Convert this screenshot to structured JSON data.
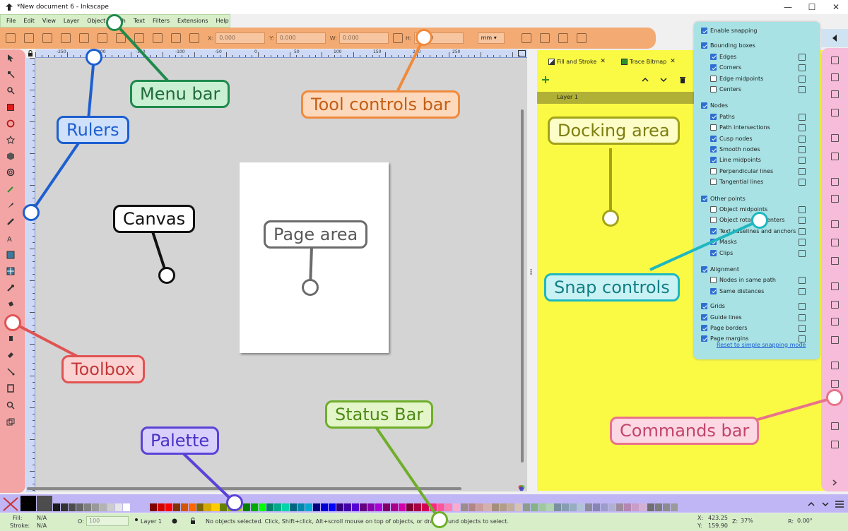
{
  "window": {
    "title": "*New document 6 - Inkscape",
    "minimize": "—",
    "maximize": "☐",
    "close": "✕"
  },
  "menu": [
    "File",
    "Edit",
    "View",
    "Layer",
    "Object",
    "Path",
    "Text",
    "Filters",
    "Extensions",
    "Help"
  ],
  "tool_controls": {
    "x_label": "X:",
    "x_value": "0.000",
    "y_label": "Y:",
    "y_value": "0.000",
    "w_label": "W:",
    "w_value": "0.000",
    "h_label": "H:",
    "h_value": "0.000",
    "unit": "mm ▾"
  },
  "ruler": {
    "top_labels": [
      "-250",
      "-200",
      "-150",
      "-100",
      "-50",
      "0",
      "50",
      "100",
      "150",
      "200",
      "250"
    ]
  },
  "dock": {
    "tabs": [
      {
        "label": "Fill and Stroke",
        "close": "✕"
      },
      {
        "label": "Trace Bitmap",
        "close": "✕"
      }
    ],
    "layer_name": "Layer 1"
  },
  "snap": {
    "items": [
      {
        "label": "Enable snapping",
        "checked": true,
        "indent": 0,
        "group": true
      },
      {
        "label": "Bounding boxes",
        "checked": true,
        "indent": 0,
        "group": true
      },
      {
        "label": "Edges",
        "checked": true,
        "indent": 1
      },
      {
        "label": "Corners",
        "checked": true,
        "indent": 1
      },
      {
        "label": "Edge midpoints",
        "checked": false,
        "indent": 1
      },
      {
        "label": "Centers",
        "checked": false,
        "indent": 1
      },
      {
        "label": "Nodes",
        "checked": true,
        "indent": 0,
        "group": true
      },
      {
        "label": "Paths",
        "checked": true,
        "indent": 1
      },
      {
        "label": "Path intersections",
        "checked": false,
        "indent": 1
      },
      {
        "label": "Cusp nodes",
        "checked": true,
        "indent": 1
      },
      {
        "label": "Smooth nodes",
        "checked": true,
        "indent": 1
      },
      {
        "label": "Line midpoints",
        "checked": true,
        "indent": 1
      },
      {
        "label": "Perpendicular lines",
        "checked": false,
        "indent": 1
      },
      {
        "label": "Tangential lines",
        "checked": false,
        "indent": 1
      },
      {
        "label": "Other points",
        "checked": true,
        "indent": 0,
        "group": true
      },
      {
        "label": "Object midpoints",
        "checked": false,
        "indent": 1
      },
      {
        "label": "Object rotation centers",
        "checked": false,
        "indent": 1
      },
      {
        "label": "Text baselines and anchors",
        "checked": true,
        "indent": 1
      },
      {
        "label": "Masks",
        "checked": true,
        "indent": 1
      },
      {
        "label": "Clips",
        "checked": true,
        "indent": 1
      },
      {
        "label": "Alignment",
        "checked": true,
        "indent": 0,
        "group": true
      },
      {
        "label": "Nodes in same path",
        "checked": false,
        "indent": 1
      },
      {
        "label": "Same distances",
        "checked": true,
        "indent": 1
      },
      {
        "label": "Grids",
        "checked": true,
        "indent": 0,
        "group": true
      },
      {
        "label": "Guide lines",
        "checked": true,
        "indent": 0
      },
      {
        "label": "Page borders",
        "checked": true,
        "indent": 0
      },
      {
        "label": "Page margins",
        "checked": true,
        "indent": 0
      }
    ],
    "reset_link": "Reset to simple snapping mode"
  },
  "status": {
    "fill_label": "Fill:",
    "fill_value": "N/A",
    "stroke_label": "Stroke:",
    "stroke_value": "N/A",
    "opacity_label": "O:",
    "opacity_value": "100",
    "layer": "Layer 1",
    "message": "No objects selected. Click, Shift+click, Alt+scroll mouse on top of objects, or drag around objects to select.",
    "x_label": "X:",
    "x_value": "423.25",
    "y_label": "Y:",
    "y_value": "159.90",
    "zoom_label": "Z:",
    "zoom_value": "37%",
    "rot_label": "R:",
    "rot_value": "0.00°"
  },
  "palette_colors": [
    "#000000",
    "#4d4d4d",
    "#1a1a1a",
    "#333333",
    "#4d4d4d",
    "#666666",
    "#808080",
    "#999999",
    "#b3b3b3",
    "#cccccc",
    "#e6e6e6",
    "#ffffff",
    "#800000",
    "#d40000",
    "#ff0000",
    "#803300",
    "#d45500",
    "#ff6600",
    "#806600",
    "#d4aa00",
    "#ffcc00",
    "#668000",
    "#88aa00",
    "#aad400",
    "#008000",
    "#00aa00",
    "#00ff00",
    "#008066",
    "#00aa88",
    "#00d4aa",
    "#006680",
    "#0088aa",
    "#00aad4",
    "#000080",
    "#0000d4",
    "#0000ff",
    "#330080",
    "#4400aa",
    "#5500d4",
    "#660080",
    "#8800aa",
    "#aa00d4",
    "#800066",
    "#aa0088",
    "#d400aa",
    "#800033",
    "#aa0044",
    "#d40055",
    "#ff2a7f",
    "#ff5599",
    "#ff80b2",
    "#ffaacc"
  ],
  "callouts": {
    "menu_bar": "Menu bar",
    "tool_controls_bar": "Tool controls bar",
    "rulers": "Rulers",
    "canvas": "Canvas",
    "page_area": "Page area",
    "docking_area": "Docking area",
    "snap_controls": "Snap controls",
    "toolbox": "Toolbox",
    "palette": "Palette",
    "status_bar": "Status Bar",
    "commands_bar": "Commands bar"
  },
  "colors": {
    "menu": "#1f8a4c",
    "tool_controls": "#f08a3c",
    "rulers": "#1d5fd0",
    "canvas": "#111111",
    "page_area": "#6b6b6b",
    "docking": "#a3a31a",
    "snap": "#1fb7bf",
    "toolbox": "#e05353",
    "palette": "#5b42d6",
    "status": "#6fae2a",
    "commands": "#e8738b"
  }
}
